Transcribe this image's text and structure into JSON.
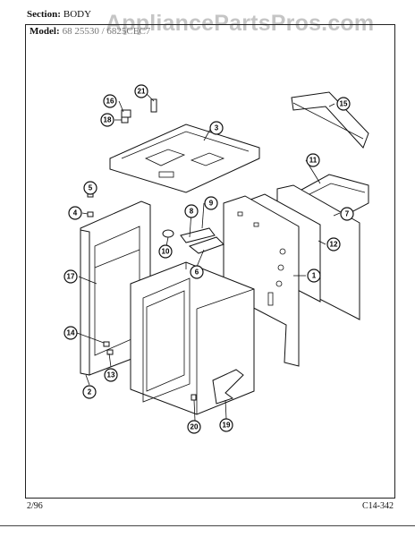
{
  "header": {
    "section_label": "Section:",
    "section_value": "BODY",
    "model_label": "Model:",
    "model_value": "68 25530 / 6825CEC7",
    "watermark": "AppliancePartsPros.com"
  },
  "footer": {
    "date": "2/96",
    "code": "C14-342"
  },
  "callouts": {
    "c1": "1",
    "c2": "2",
    "c3": "3",
    "c4": "4",
    "c5": "5",
    "c6": "6",
    "c7": "7",
    "c8": "8",
    "c9": "9",
    "c10": "10",
    "c11": "11",
    "c12": "12",
    "c13": "13",
    "c14": "14",
    "c15": "15",
    "c16": "16",
    "c17": "17",
    "c18": "18",
    "c19": "19",
    "c20": "20",
    "c21": "21"
  }
}
